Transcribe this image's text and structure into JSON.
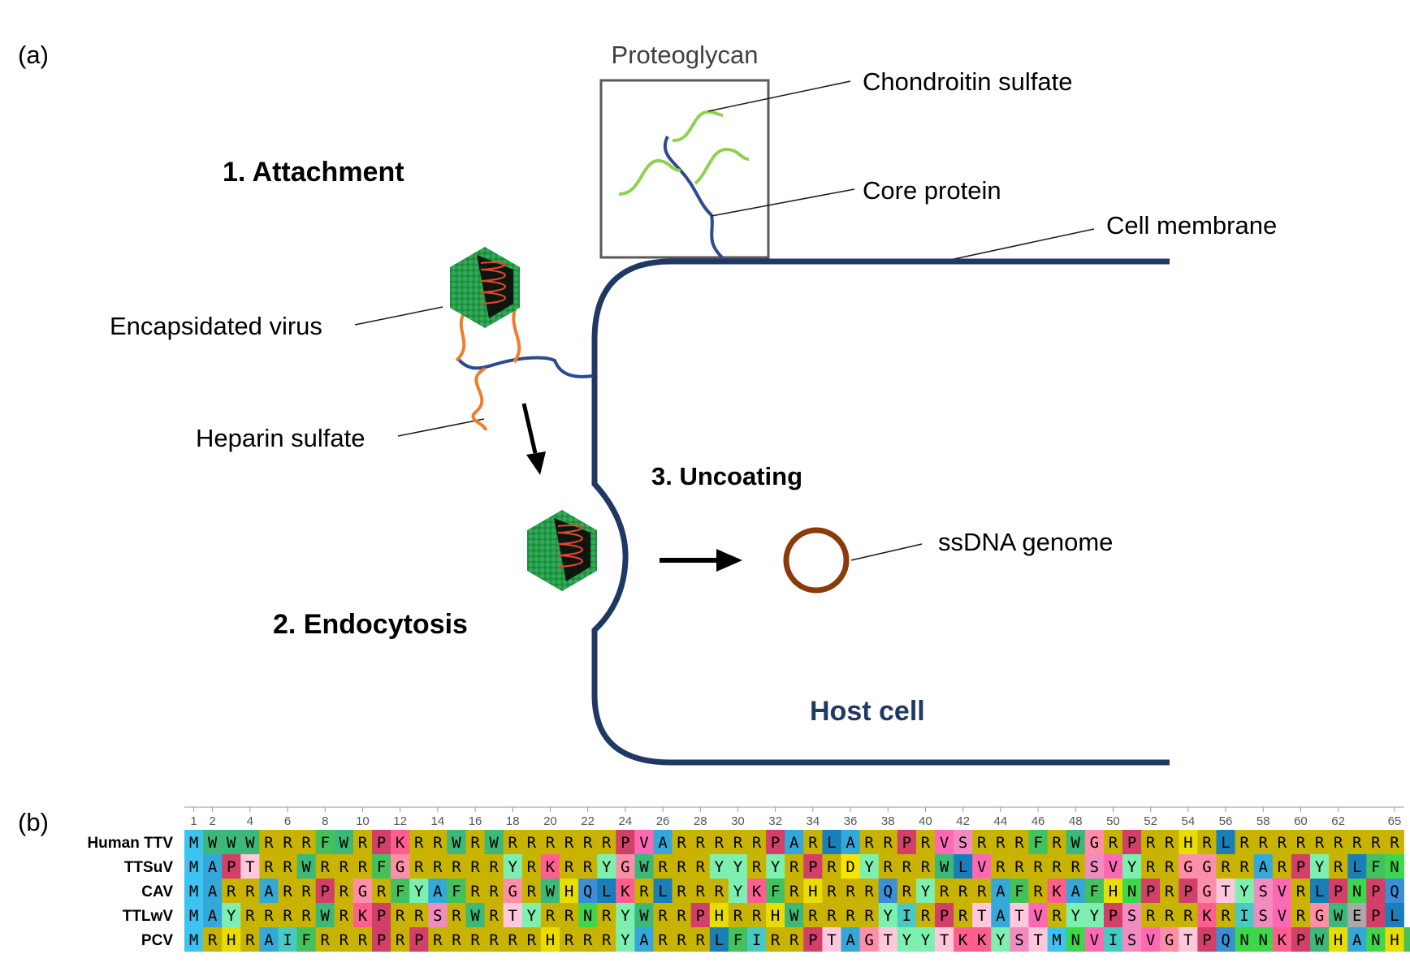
{
  "panel_a": {
    "panel_label": "(a)",
    "proteoglycan_title": "Proteoglycan",
    "labels": {
      "chondroitin": "Chondroitin sulfate",
      "core_protein": "Core protein",
      "cell_membrane": "Cell membrane",
      "encapsidated_virus": "Encapsidated virus",
      "heparin": "Heparin sulfate",
      "ssdna": "ssDNA genome"
    },
    "steps": {
      "attachment": "1. Attachment",
      "endocytosis": "2. Endocytosis",
      "uncoating": "3. Uncoating"
    },
    "host_cell": "Host cell"
  },
  "panel_b": {
    "panel_label": "(b)",
    "ruler_ticks": [
      "1",
      "2",
      "4",
      "6",
      "8",
      "10",
      "12",
      "14",
      "16",
      "18",
      "20",
      "22",
      "24",
      "26",
      "28",
      "30",
      "32",
      "34",
      "36",
      "38",
      "40",
      "42",
      "44",
      "46",
      "48",
      "50",
      "52",
      "54",
      "56",
      "58",
      "60",
      "62",
      "65"
    ],
    "sequences": [
      {
        "name": "Human TTV",
        "seq": "MWWWRRRFWRPKRRWRWRRRRRRPVARRRRRPARLARRPRVSRRRFRWGRPRRHRLRRRRRRRRR"
      },
      {
        "name": "TTSuV",
        "seq": "MAPTRRWRRRFGRRRRRYRKRRYGWRRRYYRYRPRDYRRRWLVRRRRRSVYRRGGRRARPYRLFN"
      },
      {
        "name": "CAV",
        "seq": "MARRARRPRGRFYAFRRGRWHQLKRLRRRYKFRHRRRQRYRRRAFRKAFHNPRPGTYSVRLPNPQ"
      },
      {
        "name": "TTLwV",
        "seq": "MAYRRRRWRKPRRSRWRTYRRNRYWRRPHRRHWRRRRYIRPRTATVRYYPSRRRKRISVRGWEPL"
      },
      {
        "name": "PCV",
        "seq": "MRHRAIFRRRPRPRRRRRRHRRRYARRRLFIRRPTAGTYYTKKYSTMNVISVGTPQNNKPWHANHF"
      }
    ],
    "residue_colors": {
      "M": "#3cc3f0",
      "R": "#c8b400",
      "W": "#3cb878",
      "F": "#44c15c",
      "P": "#d23f68",
      "K": "#ff5f8f",
      "A": "#34a8d8",
      "V": "#ff69b4",
      "S": "#f08cc0",
      "G": "#ff8fa8",
      "Y": "#7df0b0",
      "T": "#ffc8dc",
      "H": "#e8dc00",
      "L": "#1a7fb8",
      "Q": "#3a8fd8",
      "N": "#3ed64a",
      "D": "#f5e600",
      "I": "#47c9c4",
      "E": "#a9a9a9",
      "C": "#f5a0c0"
    }
  }
}
